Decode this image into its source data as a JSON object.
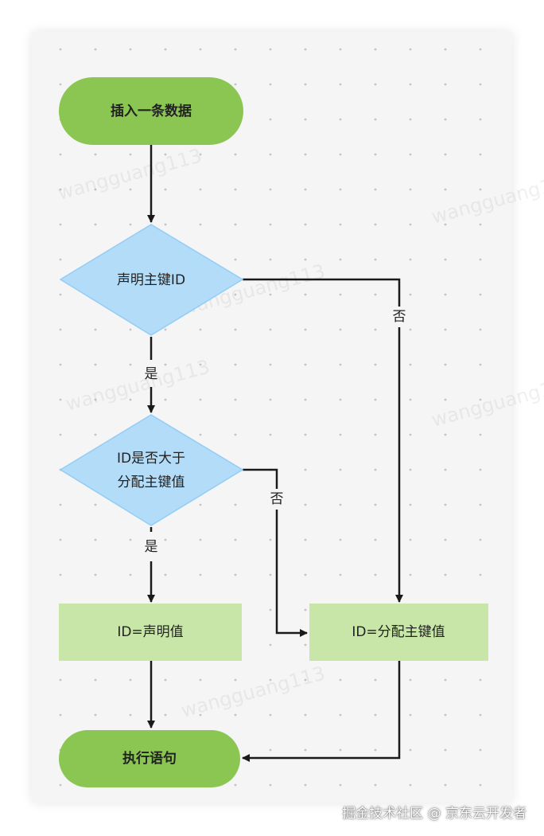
{
  "nodes": {
    "start": "插入一条数据",
    "decision1": "声明主键ID",
    "decision2_line1": "ID是否大于",
    "decision2_line2": "分配主键值",
    "process_declared": "ID=声明值",
    "process_assigned": "ID=分配主键值",
    "end": "执行语句"
  },
  "edges": {
    "d1_yes": "是",
    "d1_no": "否",
    "d2_yes": "是",
    "d2_no": "否"
  },
  "watermark": "wangguang113",
  "footer": "掘金技术社区 @ 京东云开发者",
  "colors": {
    "terminal": "#8bc653",
    "decision_fill": "#b3dcf8",
    "decision_stroke": "#93cdf5",
    "process": "#c9e6a9",
    "edge": "#1a1a1a"
  }
}
